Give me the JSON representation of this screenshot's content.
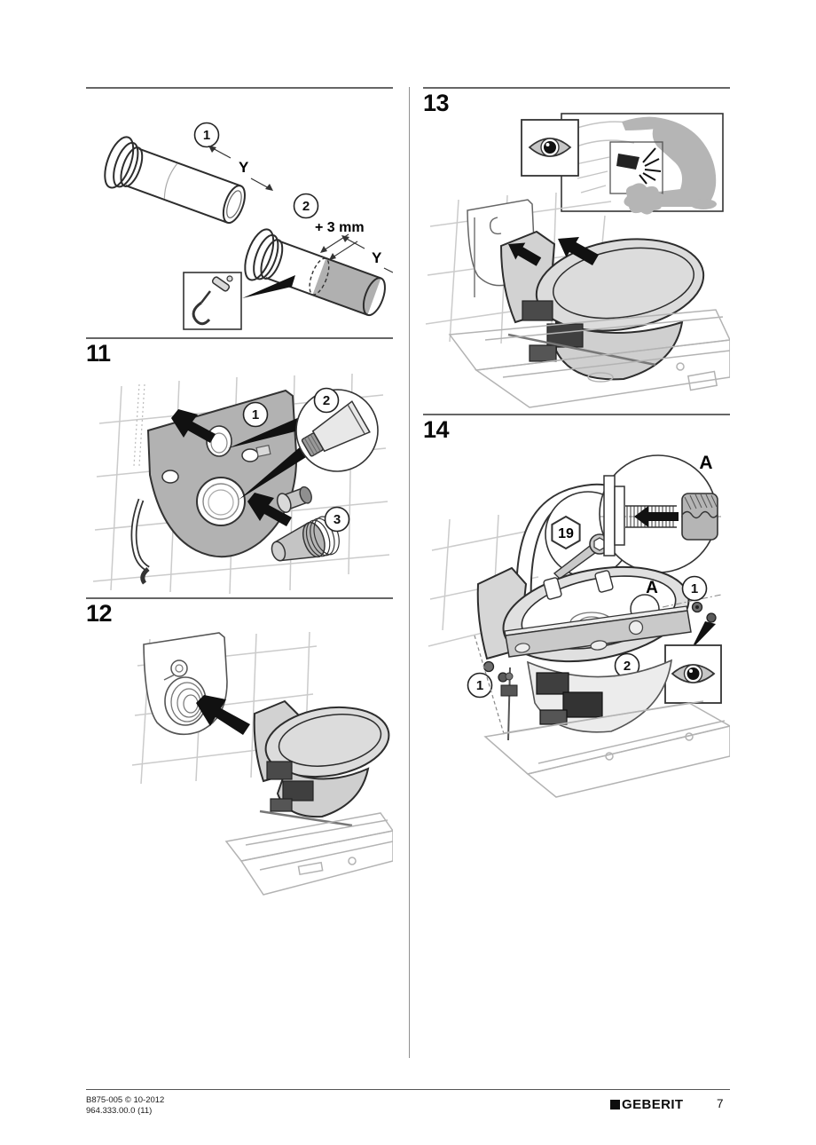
{
  "footer": {
    "doc_code": "B875-005 © 10-2012",
    "doc_number": "964.333.00.0 (11)",
    "brand": "GEBERIT",
    "page_number": "7"
  },
  "steps": {
    "s10": {
      "callout_1": "1",
      "callout_2": "2",
      "dim_y_top": "Y",
      "dim_y_bottom": "Y",
      "extra_length": "+ 3 mm"
    },
    "s11": {
      "heading": "11",
      "callout_1": "1",
      "callout_2": "2",
      "callout_3": "3"
    },
    "s12": {
      "heading": "12"
    },
    "s13": {
      "heading": "13"
    },
    "s14": {
      "heading": "14",
      "detail_ref_top": "A",
      "detail_ref_rim": "A",
      "wrench_size": "19",
      "callout_1_right": "1",
      "callout_1_left": "1",
      "callout_2": "2"
    }
  }
}
